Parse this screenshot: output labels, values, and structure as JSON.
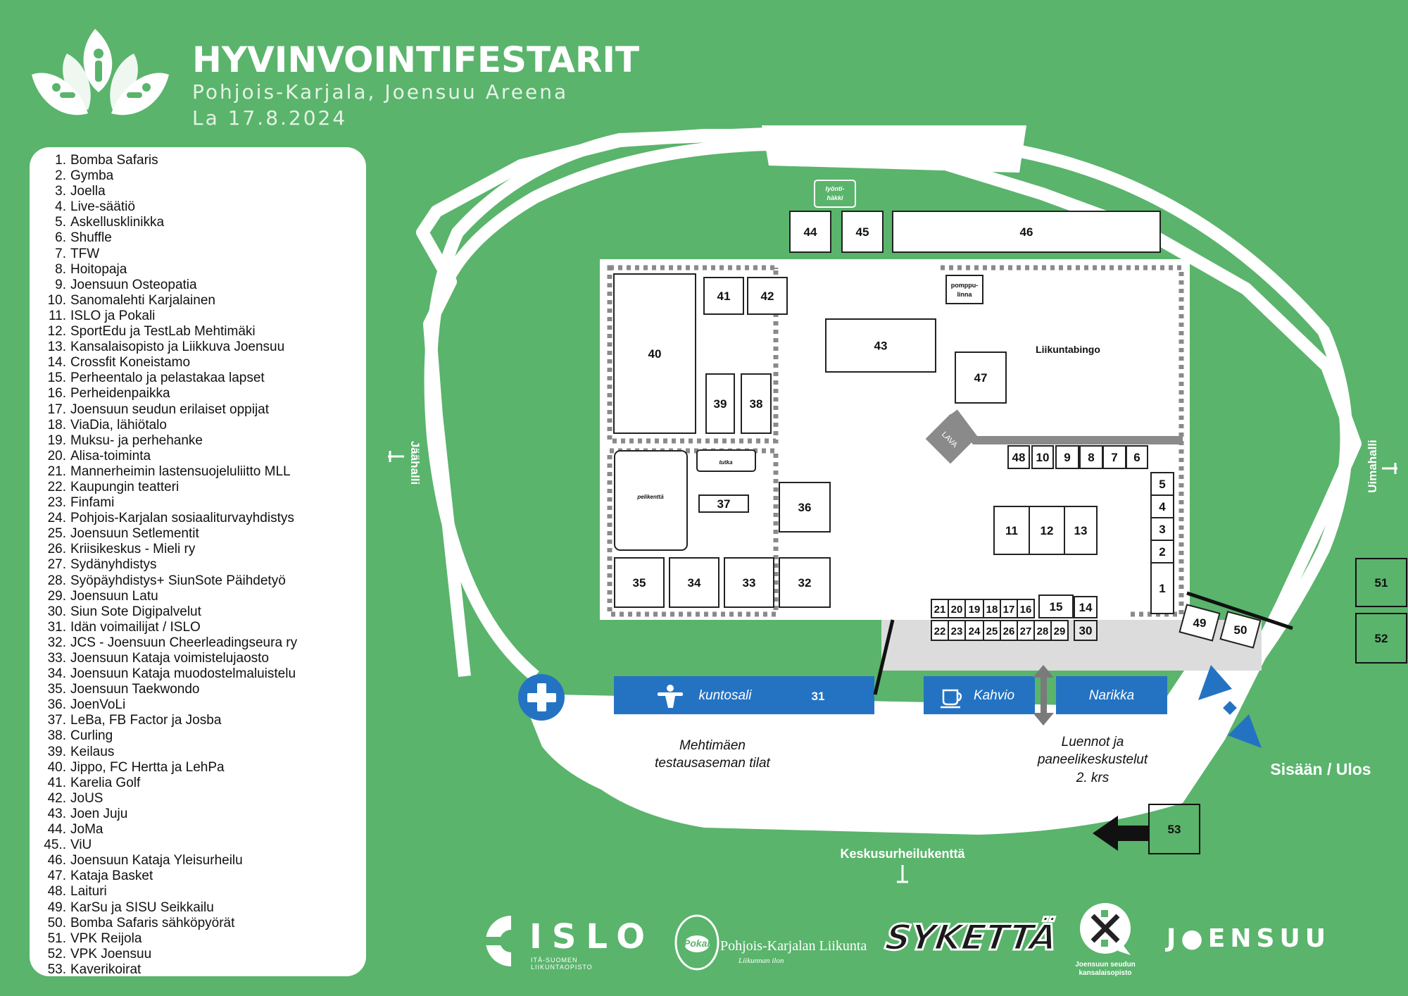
{
  "header": {
    "title": "HYVINVOINTIFESTARIT",
    "subtitle": "Pohjois-Karjala, Joensuu Areena",
    "date": "La 17.8.2024",
    "logo_icon": "leaf-figures-logo-icon"
  },
  "legend": {
    "items": [
      {
        "n": "1.",
        "label": "Bomba Safaris"
      },
      {
        "n": "2.",
        "label": "Gymba"
      },
      {
        "n": "3.",
        "label": "Joella"
      },
      {
        "n": "4.",
        "label": "Live-säätiö"
      },
      {
        "n": "5.",
        "label": "Askellusklinikka"
      },
      {
        "n": "6.",
        "label": "Shuffle"
      },
      {
        "n": "7.",
        "label": "TFW"
      },
      {
        "n": "8.",
        "label": "Hoitopaja"
      },
      {
        "n": "9.",
        "label": "Joensuun Osteopatia"
      },
      {
        "n": "10.",
        "label": "Sanomalehti Karjalainen"
      },
      {
        "n": "11.",
        "label": "ISLO ja Pokali"
      },
      {
        "n": "12.",
        "label": "SportEdu ja TestLab Mehtimäki"
      },
      {
        "n": "13.",
        "label": "Kansalaisopisto ja Liikkuva Joensuu"
      },
      {
        "n": "14.",
        "label": "Crossfit Koneistamo"
      },
      {
        "n": "15.",
        "label": "Perheentalo ja pelastakaa lapset"
      },
      {
        "n": "16.",
        "label": "Perheidenpaikka"
      },
      {
        "n": "17.",
        "label": "Joensuun seudun erilaiset oppijat"
      },
      {
        "n": "18.",
        "label": "ViaDia, lähiötalo"
      },
      {
        "n": "19.",
        "label": "Muksu- ja perhehanke"
      },
      {
        "n": "20.",
        "label": "Alisa-toiminta"
      },
      {
        "n": "21.",
        "label": "Mannerheimin lastensuojeluliitto MLL"
      },
      {
        "n": "22.",
        "label": "Kaupungin teatteri"
      },
      {
        "n": "23.",
        "label": "Finfami"
      },
      {
        "n": "24.",
        "label": "Pohjois-Karjalan sosiaaliturvayhdistys"
      },
      {
        "n": "25.",
        "label": "Joensuun Setlementit"
      },
      {
        "n": "26.",
        "label": "Kriisikeskus - Mieli ry"
      },
      {
        "n": "27.",
        "label": "Sydänyhdistys"
      },
      {
        "n": "28.",
        "label": "Syöpäyhdistys+ SiunSote Päihdetyö"
      },
      {
        "n": "29.",
        "label": "Joensuun Latu"
      },
      {
        "n": "30.",
        "label": "Siun Sote Digipalvelut"
      },
      {
        "n": "31.",
        "label": "Idän voimailijat / ISLO"
      },
      {
        "n": "32.",
        "label": "JCS - Joensuun Cheerleadingseura ry"
      },
      {
        "n": "33.",
        "label": "Joensuun Kataja voimistelujaosto"
      },
      {
        "n": "34.",
        "label": "Joensuun Kataja muodostelmaluistelu"
      },
      {
        "n": "35.",
        "label": "Joensuun Taekwondo"
      },
      {
        "n": "36.",
        "label": "JoenVoLi"
      },
      {
        "n": "37.",
        "label": "LeBa, FB Factor ja Josba"
      },
      {
        "n": "38.",
        "label": "Curling"
      },
      {
        "n": "39.",
        "label": "Keilaus"
      },
      {
        "n": "40.",
        "label": "Jippo, FC Hertta ja LehPa"
      },
      {
        "n": "41.",
        "label": "Karelia Golf"
      },
      {
        "n": "42.",
        "label": "JoUS"
      },
      {
        "n": "43.",
        "label": "Joen Juju"
      },
      {
        "n": "44.",
        "label": "JoMa"
      },
      {
        "n": "45..",
        "label": "ViU"
      },
      {
        "n": "46.",
        "label": "Joensuun Kataja Yleisurheilu"
      },
      {
        "n": "47.",
        "label": "Kataja Basket"
      },
      {
        "n": "48.",
        "label": "Laituri"
      },
      {
        "n": "49.",
        "label": "KarSu ja SISU Seikkailu"
      },
      {
        "n": "50.",
        "label": "Bomba Safaris sähköpyörät"
      },
      {
        "n": "51.",
        "label": "VPK Reijola"
      },
      {
        "n": "52.",
        "label": "VPK Joensuu"
      },
      {
        "n": "53.",
        "label": "Kaverikoirat"
      }
    ]
  },
  "map": {
    "booths": [
      "1",
      "2",
      "3",
      "4",
      "5",
      "6",
      "7",
      "8",
      "9",
      "10",
      "11",
      "12",
      "13",
      "14",
      "15",
      "16",
      "17",
      "18",
      "19",
      "20",
      "21",
      "22",
      "23",
      "24",
      "25",
      "26",
      "27",
      "28",
      "29",
      "30",
      "31",
      "32",
      "33",
      "34",
      "35",
      "36",
      "37",
      "38",
      "39",
      "40",
      "41",
      "42",
      "43",
      "44",
      "45",
      "46",
      "47",
      "48",
      "49",
      "50",
      "51",
      "52",
      "53"
    ],
    "labels": {
      "lyontihakki_1": "lyönti-",
      "lyontihakki_2": "häkki",
      "pomppulinna_1": "pomppu-",
      "pomppulinna_2": "linna",
      "liikuntabingo": "Liikuntabingo",
      "lava": "LAVA",
      "tutka": "tutka",
      "pelikentta": "pelikenttä",
      "kuntosali": "kuntosali",
      "kahvio": "Kahvio",
      "narikka": "Narikka",
      "mehtimaki_1": "Mehtimäen",
      "mehtimaki_2": "testausaseman tilat",
      "luennot_1": "Luennot ja",
      "luennot_2": "paneelikeskustelut",
      "luennot_3": "2. krs",
      "sisaan_ulos": "Sisään / Ulos",
      "jaahalli": "Jäähalli",
      "uimahalli": "Uimahalli",
      "keskusurheilukentta": "Keskusurheilukenttä"
    },
    "icons": {
      "first_aid": "first-aid-cross-icon",
      "gym": "weightlifter-icon",
      "coffee": "coffee-cup-icon",
      "exit_arrow": "arrow-left-icon",
      "entrance_arrows": "double-arrow-icon",
      "stairs": "up-down-arrow-icon"
    },
    "colors": {
      "background": "#5ab46c",
      "accent_blue": "#2473c3",
      "corridor_grey": "#dcdcdc"
    }
  },
  "sponsors": {
    "islo": "ISLO",
    "islo_sub_1": "ITÄ-SUOMEN",
    "islo_sub_2": "LIIKUNTAOPISTO",
    "pokali": "Pokali",
    "pokali_name": "Pohjois-Karjalan Liikunta",
    "pokali_tagline": "Liikunnan ilon",
    "syketta": "SYKETTÄ",
    "kansalaisopisto_1": "Joensuun seudun",
    "kansalaisopisto_2": "kansalaisopisto",
    "joensuu": "J●ENSUU"
  }
}
